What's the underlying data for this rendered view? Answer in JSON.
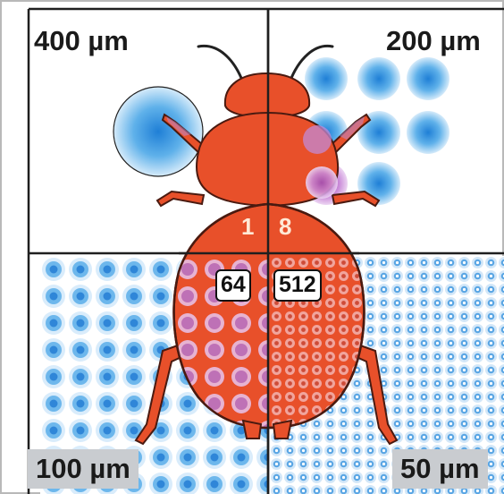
{
  "quadrants": {
    "top_left": {
      "resolution": "400 µm",
      "count": "1"
    },
    "top_right": {
      "resolution": "200 µm",
      "count": "8"
    },
    "bottom_left": {
      "resolution": "100 µm",
      "count": "64"
    },
    "bottom_right": {
      "resolution": "50 µm",
      "count": "512"
    }
  },
  "colors": {
    "beetle_body": "#e8502a",
    "beetle_outline": "#4a1a10",
    "cell_blue": "#3d9be0",
    "cell_light": "#dcedfa",
    "cell_purple": "#c79ad6",
    "grid_line": "#222222",
    "label_box": "#c9ccd0"
  }
}
